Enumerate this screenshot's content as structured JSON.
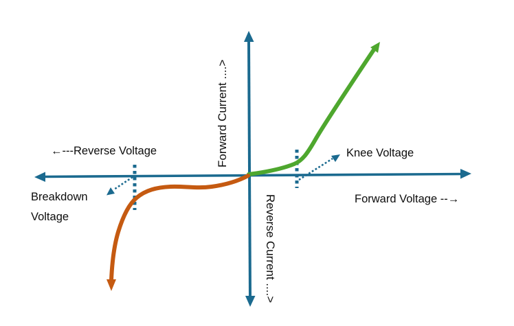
{
  "labels": {
    "forward_current_axis": "Forward Current ....>",
    "reverse_current_axis": "Reverse Current ....>",
    "reverse_voltage": "←---Reverse Voltage",
    "forward_voltage": "Forward Voltage --→",
    "knee_voltage": "Knee Voltage",
    "breakdown_voltage": "Breakdown\nVoltage"
  },
  "colors": {
    "axis": "#1B6A8F",
    "forward_curve": "#4EA72E",
    "reverse_curve": "#C55A11",
    "text": "#0D0D0D",
    "background": "#FFFFFF"
  }
}
